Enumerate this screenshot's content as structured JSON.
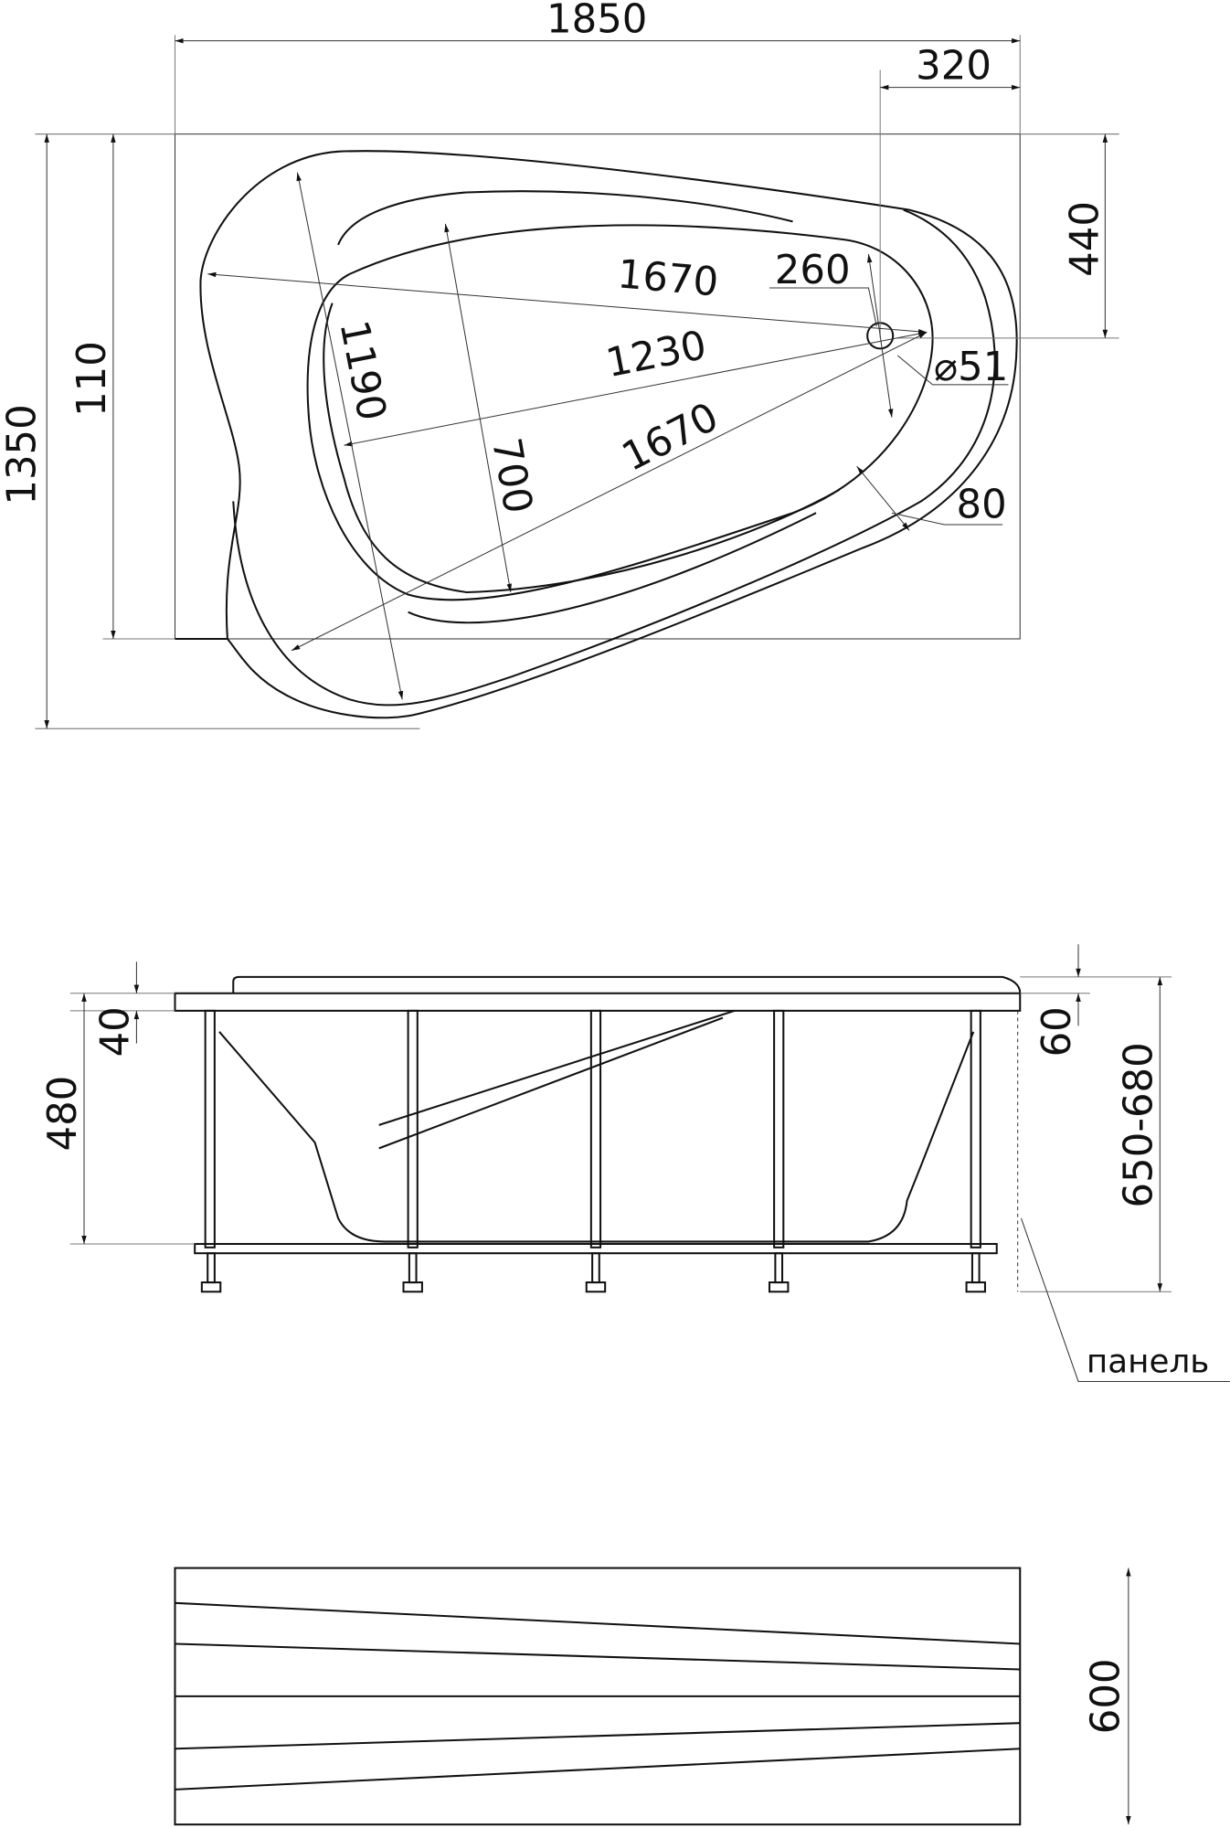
{
  "top_view": {
    "width_total": "1850",
    "drain_offset_x": "320",
    "drain_offset_y": "440",
    "height_total": "1350",
    "height_side": "110",
    "diag_upper": "1670",
    "diag_mid": "1230",
    "diag_lower": "1670",
    "width_1190": "1190",
    "inner_width": "700",
    "drain_radius": "260",
    "drain_diameter": "⌀51",
    "rim_width": "80"
  },
  "side_view": {
    "rim_depth": "40",
    "bath_depth": "480",
    "top_thickness": "60",
    "height_range": "650-680",
    "panel_label": "панель"
  },
  "panel_view": {
    "panel_height": "600"
  }
}
